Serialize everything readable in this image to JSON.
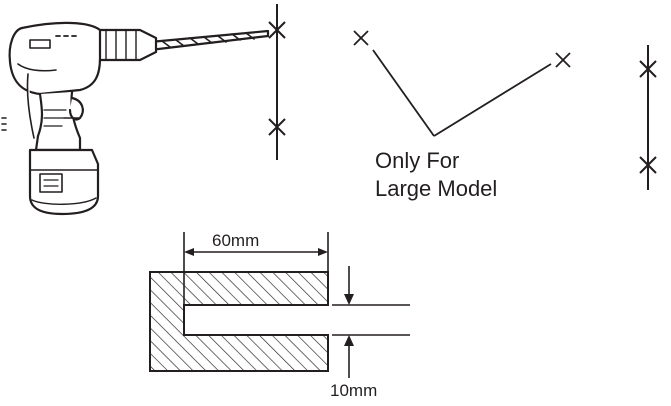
{
  "note": {
    "line1": "Only For",
    "line2": "Large Model"
  },
  "dimensions": {
    "width": "60mm",
    "gap": "10mm"
  },
  "colors": {
    "line": "#231f20",
    "background": "#ffffff"
  },
  "icons": {
    "tool": "power-drill-icon",
    "mark": "x-mark-icon"
  }
}
